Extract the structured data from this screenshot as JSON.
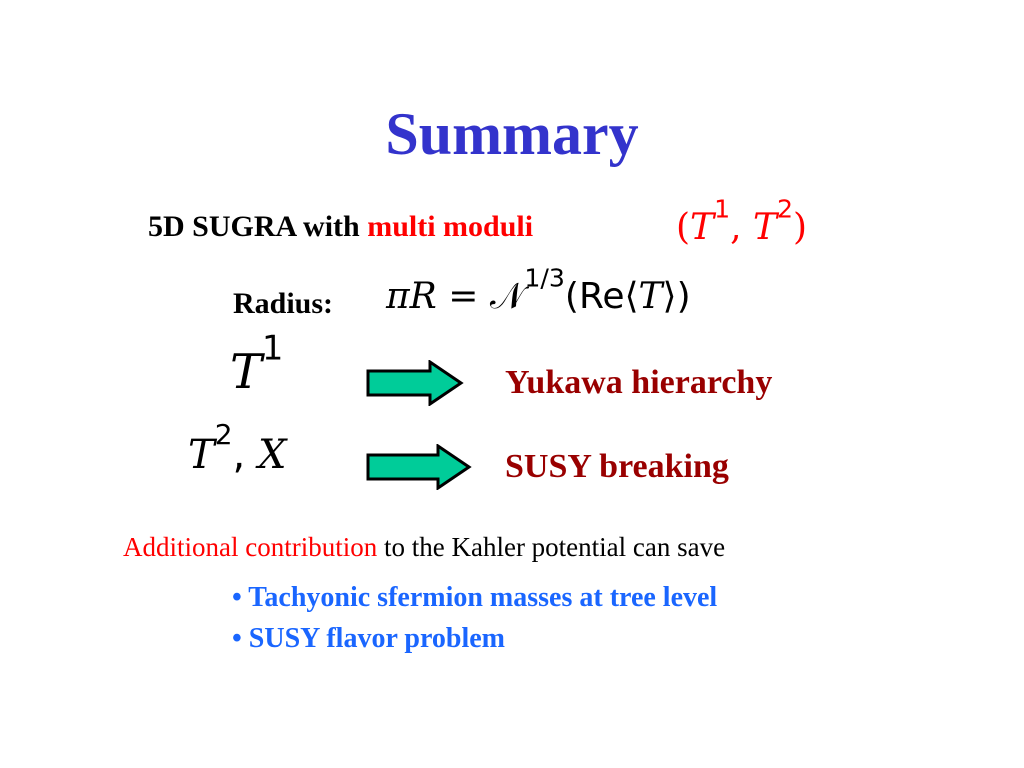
{
  "title": "Summary",
  "line1": {
    "prefix": "5D SUGRA with ",
    "highlight": "multi moduli"
  },
  "moduli_math": {
    "open": "(",
    "sym": "T",
    "sup1": "1",
    "sep": ", ",
    "sup2": "2",
    "close": ")"
  },
  "radius": {
    "label": "Radius:",
    "lhs_pi": "π",
    "lhs_R": "R",
    "eq": " = ",
    "N": "𝒩",
    "exp": "1/3",
    "open": "(",
    "re": "Re",
    "lang": "⟨",
    "T": "T",
    "rang": "⟩",
    "close": ")"
  },
  "row1": {
    "sym": "T",
    "sup": "1",
    "result": "Yukawa hierarchy"
  },
  "row2": {
    "sym": "T",
    "sup": "2",
    "sep": ", ",
    "x": "X",
    "result": "SUSY breaking"
  },
  "additional": {
    "highlight": "Additional contribution",
    "rest": " to the Kahler potential can save"
  },
  "bullets": [
    "• Tachyonic sfermion masses at tree level",
    "• SUSY flavor problem"
  ],
  "colors": {
    "title": "#3333cc",
    "red": "#ff0000",
    "dark_red": "#990000",
    "bullet_blue": "#1a66ff",
    "arrow_fill": "#00cc99"
  }
}
